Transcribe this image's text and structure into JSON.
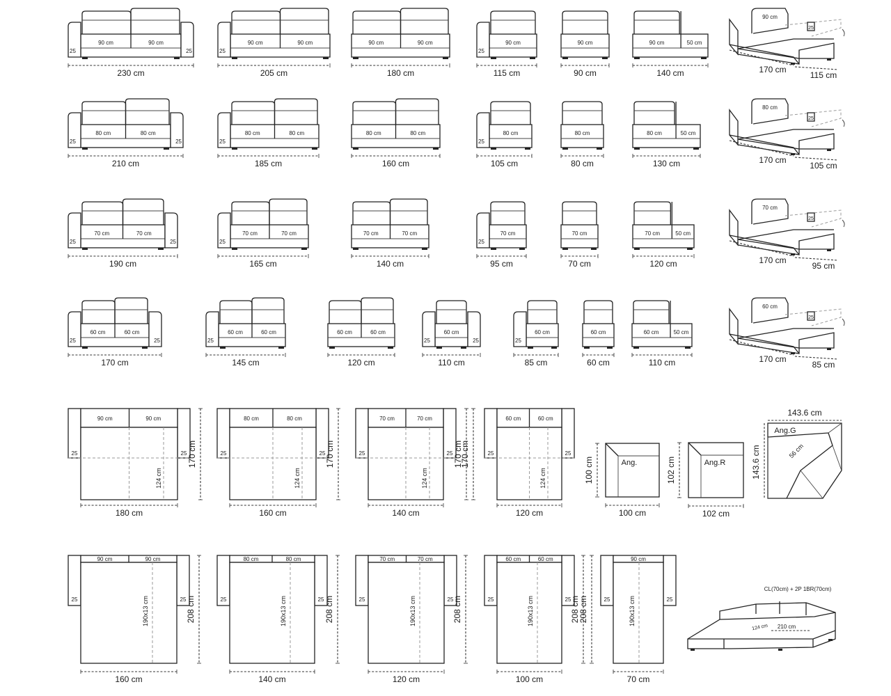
{
  "colors": {
    "line": "#222222",
    "background": "#ffffff",
    "guide": "#9a9a9a"
  },
  "sofa_rows": [
    [
      {
        "type": "3p",
        "total": "230 cm",
        "seats": [
          "90 cm",
          "90 cm"
        ],
        "armL": "25",
        "armR": "25"
      },
      {
        "type": "2p-left-arm",
        "total": "205 cm",
        "seats": [
          "90 cm",
          "90 cm"
        ],
        "armL": "25"
      },
      {
        "type": "2p-no-arm",
        "total": "180 cm",
        "seats": [
          "90 cm",
          "90 cm"
        ]
      },
      {
        "type": "1p-left-arm",
        "total": "115 cm",
        "seats": [
          "90 cm"
        ],
        "armL": "25"
      },
      {
        "type": "1p-no-arm",
        "total": "90 cm",
        "seats": [
          "90 cm"
        ]
      },
      {
        "type": "1p-extension",
        "total": "140 cm",
        "seats": [
          "90 cm",
          "50 cm"
        ]
      },
      {
        "type": "chaise",
        "back": "90 cm",
        "arm": "25",
        "depth": "170 cm",
        "width": "115 cm"
      }
    ],
    [
      {
        "type": "3p",
        "total": "210 cm",
        "seats": [
          "80 cm",
          "80 cm"
        ],
        "armL": "25",
        "armR": "25"
      },
      {
        "type": "2p-left-arm",
        "total": "185 cm",
        "seats": [
          "80 cm",
          "80 cm"
        ],
        "armL": "25"
      },
      {
        "type": "2p-no-arm",
        "total": "160 cm",
        "seats": [
          "80 cm",
          "80 cm"
        ]
      },
      {
        "type": "1p-left-arm",
        "total": "105 cm",
        "seats": [
          "80 cm"
        ],
        "armL": "25"
      },
      {
        "type": "1p-no-arm",
        "total": "80 cm",
        "seats": [
          "80 cm"
        ]
      },
      {
        "type": "1p-extension",
        "total": "130 cm",
        "seats": [
          "80 cm",
          "50 cm"
        ]
      },
      {
        "type": "chaise",
        "back": "80 cm",
        "arm": "25",
        "depth": "170 cm",
        "width": "105 cm"
      }
    ],
    [
      {
        "type": "3p",
        "total": "190 cm",
        "seats": [
          "70 cm",
          "70 cm"
        ],
        "armL": "25",
        "armR": "25"
      },
      {
        "type": "2p-left-arm",
        "total": "165 cm",
        "seats": [
          "70 cm",
          "70 cm"
        ],
        "armL": "25"
      },
      {
        "type": "2p-no-arm",
        "total": "140 cm",
        "seats": [
          "70 cm",
          "70 cm"
        ]
      },
      {
        "type": "1p-left-arm",
        "total": "95 cm",
        "seats": [
          "70 cm"
        ],
        "armL": "25"
      },
      {
        "type": "1p-no-arm",
        "total": "70 cm",
        "seats": [
          "70 cm"
        ]
      },
      {
        "type": "1p-extension",
        "total": "120 cm",
        "seats": [
          "70 cm",
          "50 cm"
        ]
      },
      {
        "type": "chaise",
        "back": "70 cm",
        "arm": "25",
        "depth": "170 cm",
        "width": "95 cm"
      }
    ],
    [
      {
        "type": "3p",
        "total": "170 cm",
        "seats": [
          "60 cm",
          "60 cm"
        ],
        "armL": "25",
        "armR": "25"
      },
      {
        "type": "2p-left-arm",
        "total": "145 cm",
        "seats": [
          "60 cm",
          "60 cm"
        ],
        "armL": "25"
      },
      {
        "type": "2p-no-arm",
        "total": "120 cm",
        "seats": [
          "60 cm",
          "60 cm"
        ]
      },
      {
        "type": "armchair",
        "total": "110 cm",
        "seats": [
          "60 cm"
        ],
        "armL": "25",
        "armR": "25"
      },
      {
        "type": "1p-left-arm",
        "total": "85 cm",
        "seats": [
          "60 cm"
        ],
        "armL": "25"
      },
      {
        "type": "1p-no-arm",
        "total": "60 cm",
        "seats": [
          "60 cm"
        ]
      },
      {
        "type": "1p-extension",
        "total": "110 cm",
        "seats": [
          "60 cm",
          "50 cm"
        ]
      },
      {
        "type": "chaise",
        "back": "60 cm",
        "arm": "25",
        "depth": "170 cm",
        "width": "85 cm"
      }
    ]
  ],
  "bed_plans_open": [
    {
      "width": "180 cm",
      "depth": "170 cm",
      "seats": [
        "90 cm",
        "90 cm"
      ],
      "armL": "25",
      "armR": "25",
      "inner": "124 cm"
    },
    {
      "width": "160 cm",
      "depth": "170 cm",
      "seats": [
        "80 cm",
        "80 cm"
      ],
      "armL": "25",
      "armR": "25",
      "inner": "124 cm"
    },
    {
      "width": "140 cm",
      "depth": "170 cm",
      "seats": [
        "70 cm",
        "70 cm"
      ],
      "armL": "25",
      "armR": "25",
      "inner": "124 cm"
    },
    {
      "width": "120 cm",
      "depth": "170 cm",
      "seats": [
        "60 cm",
        "60 cm"
      ],
      "armL": "25",
      "armR": "25",
      "inner": "124 cm"
    }
  ],
  "corner_pieces": [
    {
      "label": "Ang.",
      "width": "100 cm",
      "depth": "100 cm"
    },
    {
      "label": "Ang.R",
      "width": "102 cm",
      "depth": "102 cm"
    },
    {
      "label": "Ang.G",
      "width": "143.6 cm",
      "depth": "143.6 cm",
      "diag": "56 cm"
    }
  ],
  "bed_plans_full": [
    {
      "width": "160 cm",
      "depth": "208 cm",
      "seats": [
        "90 cm",
        "90 cm"
      ],
      "armL": "25",
      "armR": "25",
      "mattress": "190x13 cm"
    },
    {
      "width": "140 cm",
      "depth": "208 cm",
      "seats": [
        "80 cm",
        "80 cm"
      ],
      "armL": "25",
      "armR": "25",
      "mattress": "190x13 cm"
    },
    {
      "width": "120 cm",
      "depth": "208 cm",
      "seats": [
        "70 cm",
        "70 cm"
      ],
      "armL": "25",
      "armR": "25",
      "mattress": "190x13 cm"
    },
    {
      "width": "100 cm",
      "depth": "208 cm",
      "seats": [
        "60 cm",
        "60 cm"
      ],
      "armL": "25",
      "armR": "25",
      "mattress": "190x13 cm"
    },
    {
      "width": "70 cm",
      "depth": "208 cm",
      "seats": [
        "90 cm"
      ],
      "armL": "25",
      "armR": "25",
      "mattress": "190x13 cm"
    }
  ],
  "example": {
    "caption": "CL(70cm) + 2P 1BR(70cm)",
    "depth": "124 cm",
    "width": "210 cm"
  }
}
